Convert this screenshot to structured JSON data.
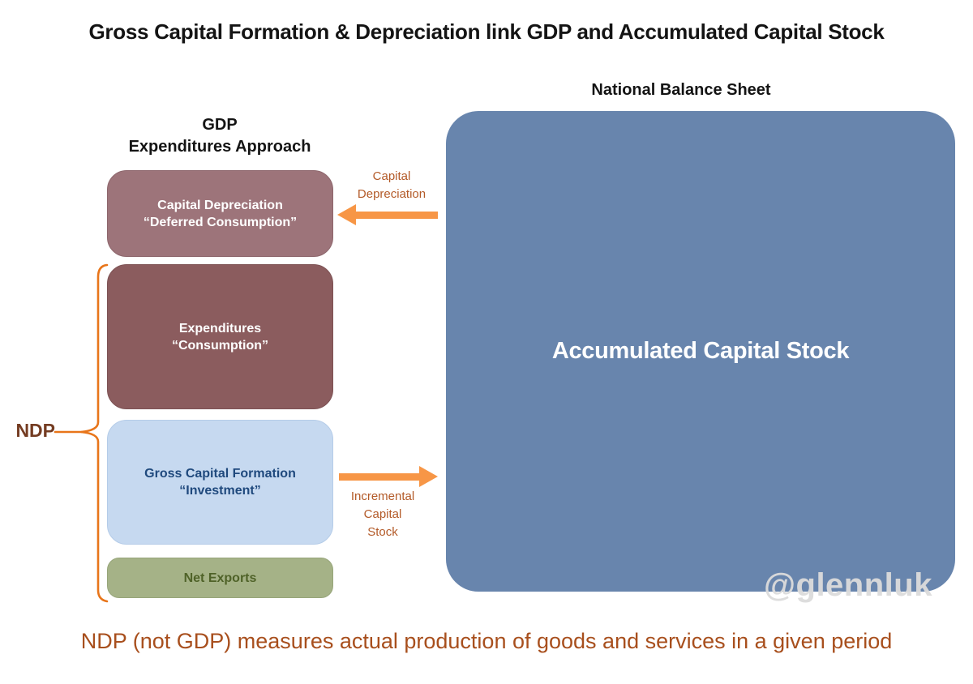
{
  "title": "Gross Capital Formation & Depreciation link GDP and Accumulated Capital Stock",
  "caption": "NDP (not GDP) measures actual production of goods and services in a given period",
  "watermark": "@glennluk",
  "left_column": {
    "heading": {
      "line1": "GDP",
      "line2": "Expenditures Approach"
    },
    "ndp_label": "NDP",
    "boxes": [
      {
        "name": "capital-depreciation",
        "label_line1": "Capital Depreciation",
        "label_line2": "“Deferred Consumption”",
        "bg": "#9d747a",
        "text_color": "#ffffff"
      },
      {
        "name": "expenditures",
        "label_line1": "Expenditures",
        "label_line2": "“Consumption”",
        "bg": "#8b5c5e",
        "text_color": "#ffffff"
      },
      {
        "name": "gross-capital-formation",
        "label_line1": "Gross Capital Formation",
        "label_line2": "“Investment”",
        "bg": "#c6d9f0",
        "text_color": "#1f497d"
      },
      {
        "name": "net-exports",
        "label_line1": "Net Exports",
        "bg": "#a5b287",
        "text_color": "#4f6228"
      }
    ]
  },
  "balance_sheet": {
    "heading": "National Balance Sheet",
    "box_label": "Accumulated Capital Stock",
    "bg": "#6885ad"
  },
  "arrows": {
    "capital_depreciation": {
      "direction": "left",
      "label_line1": "Capital",
      "label_line2": "Depreciation"
    },
    "incremental_capital_stock": {
      "direction": "right",
      "label_line1": "Incremental",
      "label_line2": "Capital",
      "label_line3": "Stock"
    }
  },
  "colors": {
    "arrow": "#f79646",
    "arrow_label": "#b35a28",
    "brace": "#e8751a",
    "ndp_text": "#743c22",
    "caption": "#a84f1d",
    "title_text": "#141414"
  }
}
